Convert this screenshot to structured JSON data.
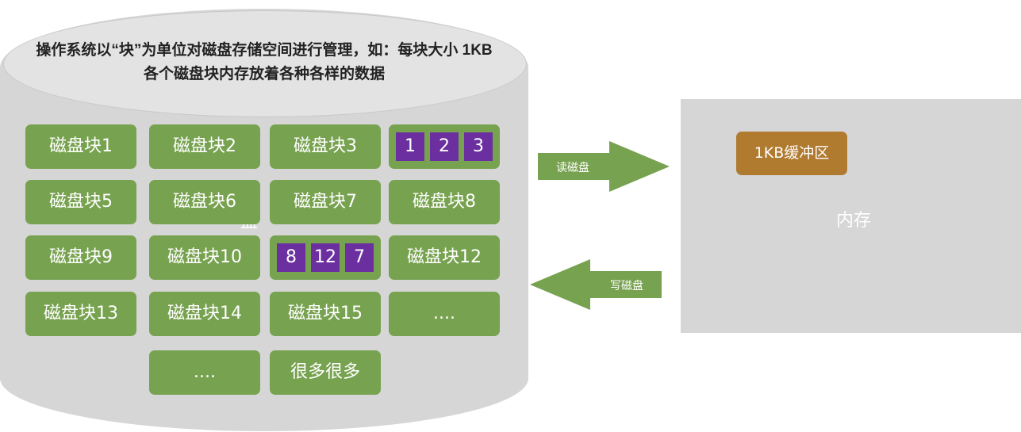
{
  "disk": {
    "description_line1": "操作系统以“块”为单位对磁盘存储空间进行管理，如：每块大小 1KB",
    "description_line2": "各个磁盘块内存放着各种各样的数据",
    "blocks": [
      "磁盘块1",
      "磁盘块2",
      "磁盘块3",
      "磁盘块5",
      "磁盘块6",
      "磁盘块7",
      "磁盘块8",
      "磁盘块9",
      "磁盘块10",
      "磁盘块12",
      "磁盘块13",
      "磁盘块14",
      "磁盘块15",
      "....",
      "....",
      "很多很多"
    ],
    "stack_top": [
      "1",
      "2",
      "3"
    ],
    "stack_middle": [
      "8",
      "12",
      "7"
    ]
  },
  "arrows": {
    "read_label": "读磁盘",
    "write_label": "写磁盘",
    "color": "#77a24f"
  },
  "memory": {
    "label": "内存",
    "buffer_label": "1KB缓冲区"
  },
  "colors": {
    "block": "#77a24f",
    "purple": "#6b2fa0",
    "buffer": "#b07a2f",
    "gray": "#d6d6d6"
  }
}
